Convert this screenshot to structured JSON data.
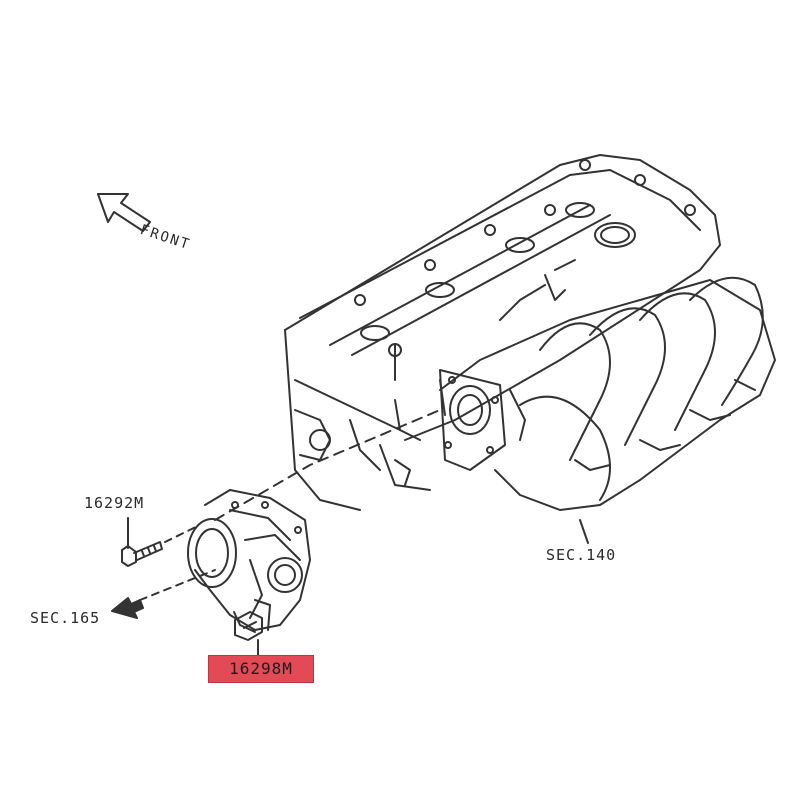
{
  "labels": {
    "front": "FRONT",
    "bolt": "16292M",
    "engine_section": "SEC.140",
    "wiring_section": "SEC.165",
    "throttle_body": "16298M"
  },
  "colors": {
    "line": "#333333",
    "highlight": "#e24a56"
  }
}
